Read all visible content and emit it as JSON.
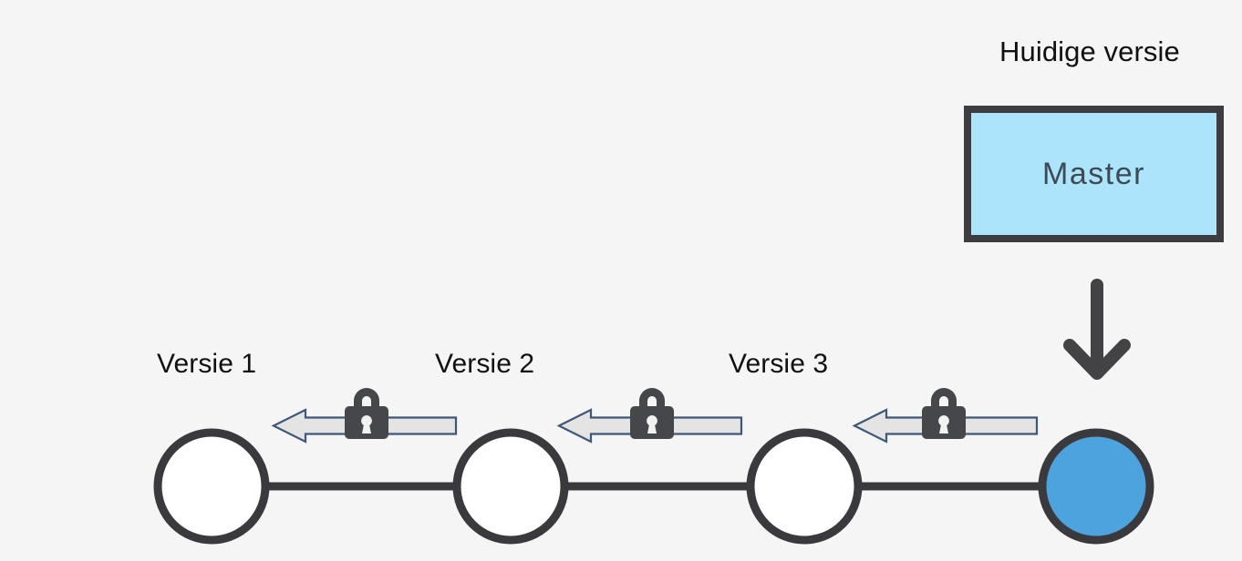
{
  "diagram": {
    "title_label": "Huidige versie",
    "background_color": "#f5f5f5",
    "master": {
      "label": "Master",
      "fill_color": "#ace4fb",
      "border_color": "#3c3c41",
      "text_color": "#3c4a55"
    },
    "down_arrow": {
      "icon": "arrow-down-icon",
      "color": "#434346"
    },
    "nodes": [
      {
        "label": "Versie 1",
        "fill_color": "#ffffff",
        "stroke_color": "#3a3a3e",
        "current": false
      },
      {
        "label": "Versie 2",
        "fill_color": "#ffffff",
        "stroke_color": "#3a3a3e",
        "current": false
      },
      {
        "label": "Versie 3",
        "fill_color": "#ffffff",
        "stroke_color": "#3a3a3e",
        "current": false
      },
      {
        "label": "",
        "fill_color": "#4da3dd",
        "stroke_color": "#3a3a3e",
        "current": true
      }
    ],
    "transitions": [
      {
        "icon": "lock-icon",
        "direction": "left",
        "from": "Versie 2",
        "to": "Versie 1"
      },
      {
        "icon": "lock-icon",
        "direction": "left",
        "from": "Versie 3",
        "to": "Versie 2"
      },
      {
        "icon": "lock-icon",
        "direction": "left",
        "from": "Master",
        "to": "Versie 3"
      }
    ],
    "arrow_style": {
      "fill_color": "#e4e4e4",
      "stroke_color": "#3f5878"
    },
    "lock_style": {
      "body_color": "#45474b",
      "keyhole_color": "#f2f2f2"
    }
  }
}
